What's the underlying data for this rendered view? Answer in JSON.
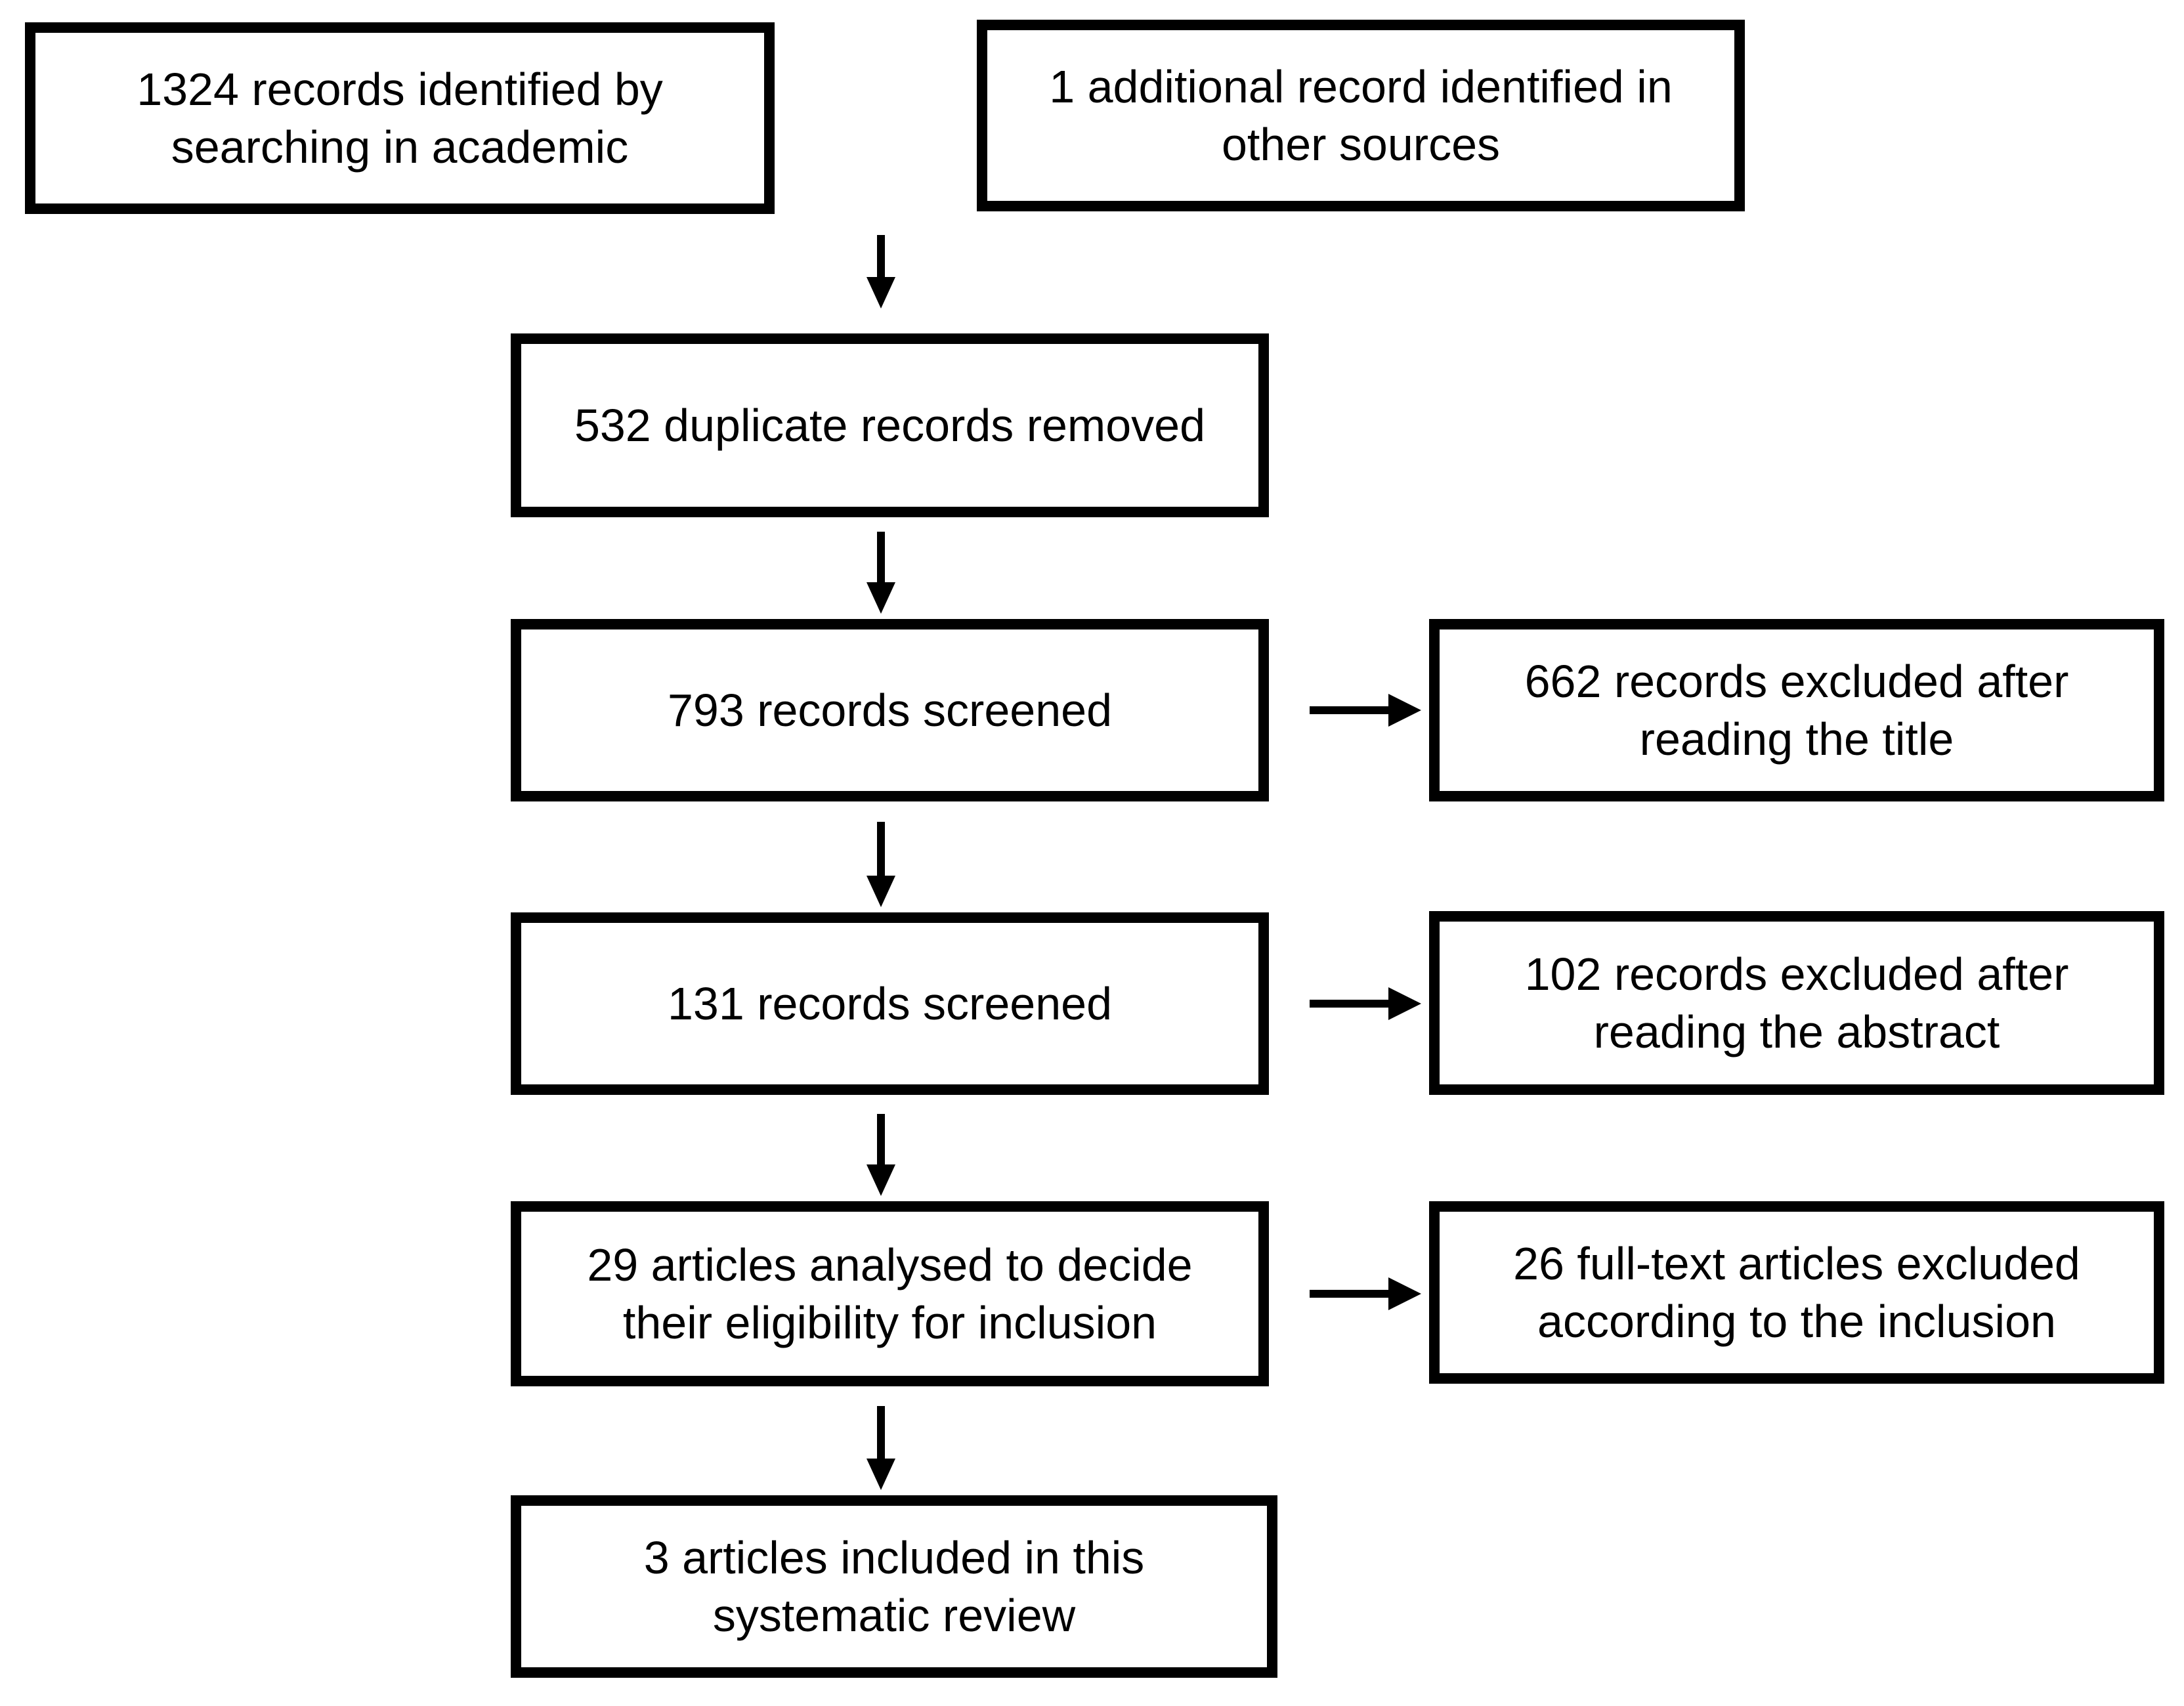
{
  "diagram": {
    "type": "flowchart",
    "subject": "systematic-review-record-selection",
    "colors": {
      "background": "#ffffff",
      "box_border": "#000000",
      "text": "#000000",
      "arrow": "#000000"
    },
    "boxes": [
      {
        "id": "records-identified",
        "count": 1324,
        "label": "1324 records identified by\nsearching in academic"
      },
      {
        "id": "additional-records",
        "count": 1,
        "label": "1 additional record identified in\nother sources"
      },
      {
        "id": "duplicates-removed",
        "count": 532,
        "label": "532 duplicate records removed"
      },
      {
        "id": "records-screened-title",
        "count": 793,
        "label": "793 records screened"
      },
      {
        "id": "excluded-after-title",
        "count": 662,
        "label": "662 records excluded after\nreading the title"
      },
      {
        "id": "records-screened-abstract",
        "count": 131,
        "label": "131 records screened"
      },
      {
        "id": "excluded-after-abstract",
        "count": 102,
        "label": "102 records excluded after\nreading the abstract"
      },
      {
        "id": "articles-eligibility",
        "count": 29,
        "label": "29 articles analysed to decide\ntheir eligibility for inclusion"
      },
      {
        "id": "excluded-fulltext",
        "count": 26,
        "label": "26 full-text articles excluded\naccording to the inclusion"
      },
      {
        "id": "articles-included",
        "count": 3,
        "label": "3 articles included in this\nsystematic review"
      }
    ],
    "arrows": [
      {
        "from": "records-identified & additional-records",
        "to": "duplicates-removed",
        "direction": "down"
      },
      {
        "from": "duplicates-removed",
        "to": "records-screened-title",
        "direction": "down"
      },
      {
        "from": "records-screened-title",
        "to": "excluded-after-title",
        "direction": "right"
      },
      {
        "from": "records-screened-title",
        "to": "records-screened-abstract",
        "direction": "down"
      },
      {
        "from": "records-screened-abstract",
        "to": "excluded-after-abstract",
        "direction": "right"
      },
      {
        "from": "records-screened-abstract",
        "to": "articles-eligibility",
        "direction": "down"
      },
      {
        "from": "articles-eligibility",
        "to": "excluded-fulltext",
        "direction": "right"
      },
      {
        "from": "articles-eligibility",
        "to": "articles-included",
        "direction": "down"
      }
    ]
  }
}
